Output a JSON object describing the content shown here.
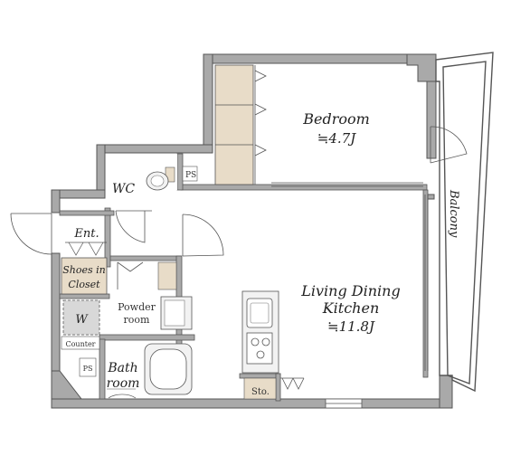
{
  "rooms": {
    "bedroom": {
      "name": "Bedroom",
      "size": "≒4.7J"
    },
    "ldk": {
      "line1": "Living Dining",
      "line2": "Kitchen",
      "size": "≒11.8J"
    },
    "balcony": "Balcony",
    "wc": "WC",
    "entrance": "Ent.",
    "shoes_closet": {
      "line1": "Shoes in",
      "line2": "Closet"
    },
    "powder_room": {
      "line1": "Powder",
      "line2": "room"
    },
    "washer": "W",
    "counter": "Counter",
    "bathroom": {
      "line1": "Bath",
      "line2": "room"
    },
    "storage": "Sto.",
    "ps_top": "PS",
    "ps_bottom": "PS"
  },
  "colors": {
    "wall": "#a9a9a9",
    "wall_dark": "#555555",
    "closet": "#e8dcc8",
    "fixture": "#f2f2f2"
  }
}
